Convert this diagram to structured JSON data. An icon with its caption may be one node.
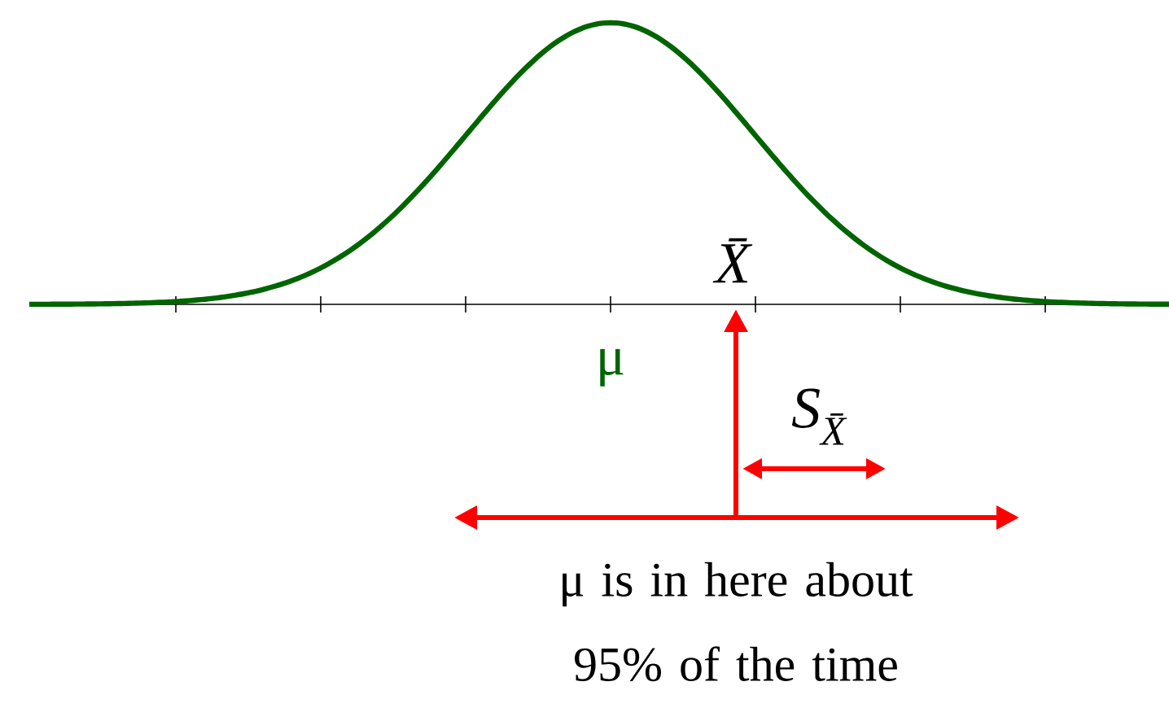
{
  "diagram": {
    "labels": [
      "X̄",
      "μ",
      "S$_{X̄}$",
      "μ is in here about 95% of the time"
    ]
  }
}
